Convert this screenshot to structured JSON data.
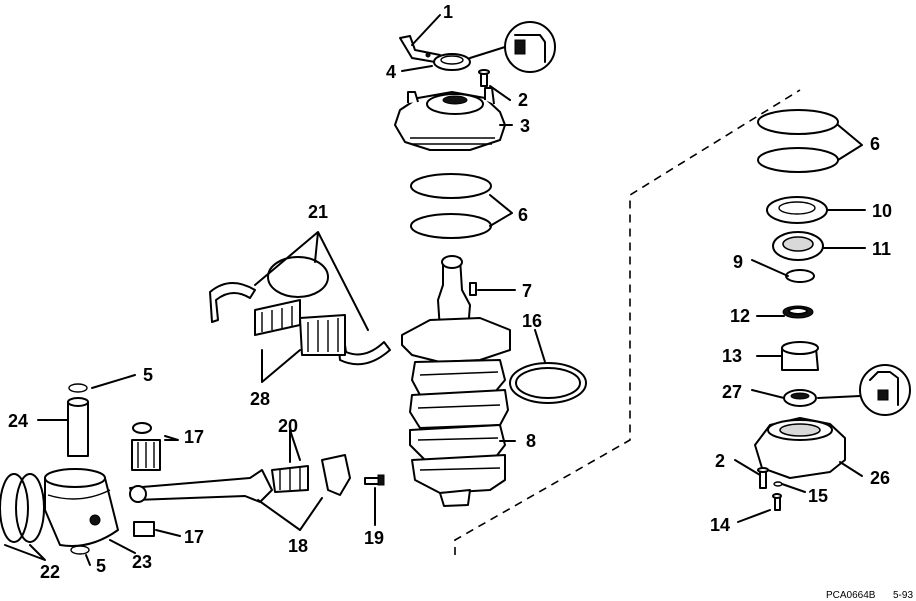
{
  "callouts": {
    "c1": "1",
    "c2": "2",
    "c3": "3",
    "c4": "4",
    "c5a": "5",
    "c5b": "5",
    "c6a": "6",
    "c6b": "6",
    "c7": "7",
    "c8": "8",
    "c9": "9",
    "c10": "10",
    "c11": "11",
    "c12": "12",
    "c13": "13",
    "c14": "14",
    "c15": "15",
    "c16": "16",
    "c17a": "17",
    "c17b": "17",
    "c18": "18",
    "c19": "19",
    "c2b": "2",
    "c20": "20",
    "c21": "21",
    "c22": "22",
    "c23": "23",
    "c24": "24",
    "c26": "26",
    "c27": "27",
    "c28": "28"
  },
  "footer": {
    "code": "PCA0664B",
    "date": "5-93"
  }
}
